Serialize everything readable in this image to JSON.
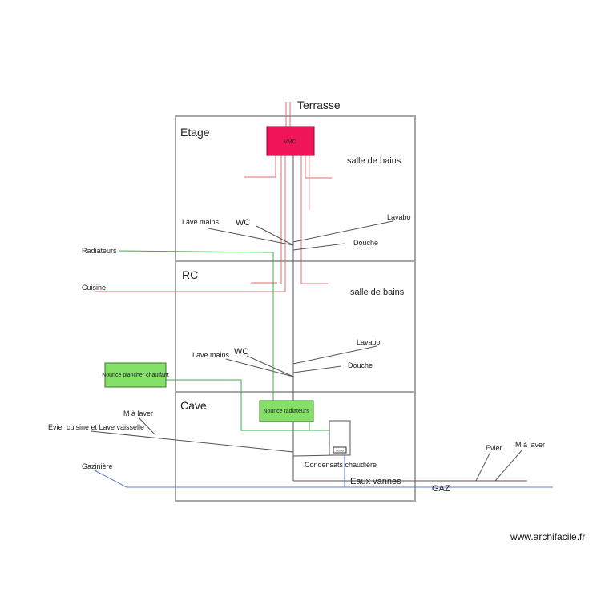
{
  "floors": {
    "top_label": "Terrasse",
    "etage": "Etage",
    "rc": "RC",
    "cave": "Cave"
  },
  "equipment": {
    "vmc": "VMC",
    "nourice_plancher": "Nourice plancher chauffant",
    "nourice_radiateurs": "Nourice radiateurs",
    "chaudiere_display": "00:00"
  },
  "labels": {
    "salle_de_bains_etage": "salle de bains",
    "lave_mains_etage": "Lave mains",
    "wc_etage": "WC",
    "lavabo_etage": "Lavabo",
    "douche_etage": "Douche",
    "radiateurs": "Radiateurs",
    "cuisine": "Cuisine",
    "salle_de_bains_rc": "salle de bains",
    "lave_mains_rc": "Lave mains",
    "wc_rc": "WC",
    "lavabo_rc": "Lavabo",
    "douche_rc": "Douche",
    "m_a_laver_cave": "M à laver",
    "evier_cuisine": "Evier cuisine et Lave vaisselle",
    "gaziniere": "Gazinière",
    "condensats": "Condensats chaudière",
    "eaux_vannes": "Eaux vannes",
    "gaz": "GAZ",
    "evier_ext": "Evier",
    "m_a_laver_ext": "M à laver"
  },
  "watermark": "www.archifacile.fr",
  "colors": {
    "wall": "#a6a6a6",
    "drain": "#555555",
    "vmc_duct": "#e06b6b",
    "heating": "#3faa4a",
    "gas": "#5a7bd6",
    "vmc_fill": "#ee1558",
    "nourice_fill": "#85e06a"
  }
}
